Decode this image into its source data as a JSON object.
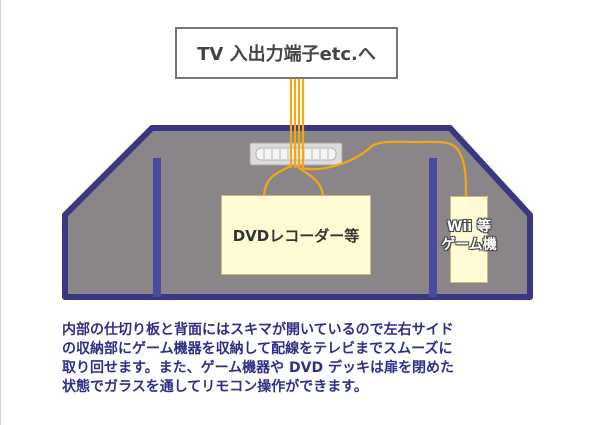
{
  "diagram": {
    "tv_label": "TV 入出力端子etc.へ",
    "dvd_label": "DVDレコーダー等",
    "game_label_line1": "Wii 等",
    "game_label_line2": "ゲーム機"
  },
  "caption": [
    "内部の仕切り板と背面にはスキマが開いているので左右サイド",
    "の収納部にゲーム機器を収納して配線をテレビまでスムーズに",
    "取り回せます。また、ゲーム機器や DVD デッキは扉を閉めた",
    "状態でガラスを通してリモコン操作ができます。"
  ],
  "colors": {
    "cabinet_interior": "#8a8588",
    "cabinet_outline": "#3a3680",
    "partition": "#4a4aa0",
    "cable": "#f0a818",
    "caption_text": "#2f2f88"
  }
}
